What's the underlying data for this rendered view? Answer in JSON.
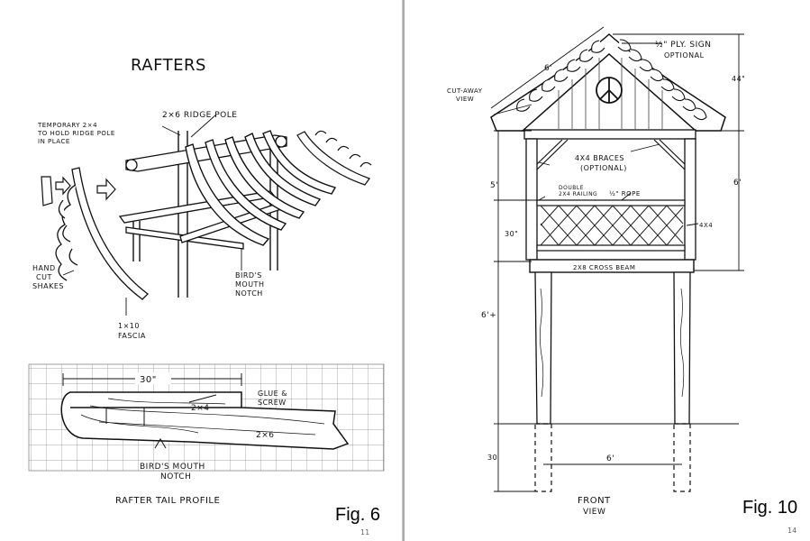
{
  "left_page": {
    "title": "RAFTERS",
    "labels": {
      "ridge_pole": "2×6  RIDGE POLE",
      "temporary_1": "TEMPORARY 2×4",
      "temporary_2": "TO HOLD RIDGE POLE",
      "temporary_3": "IN PLACE",
      "hand_cut_1": "HAND",
      "hand_cut_2": "CUT",
      "hand_cut_3": "SHAKES",
      "fascia_1": "1×10",
      "fascia_2": "FASCIA",
      "birds_mouth_1": "BIRD'S",
      "birds_mouth_2": "MOUTH",
      "birds_mouth_3": "NOTCH"
    },
    "profile": {
      "dimension": "30\"",
      "glue_1": "GLUE &",
      "glue_2": "SCREW",
      "board_top": "2×4",
      "board_main": "2×6",
      "notch_1": "BIRD'S MOUTH",
      "notch_2": "NOTCH",
      "caption": "RAFTER TAIL PROFILE"
    },
    "fig_label": "Fig. 6",
    "page_number": "11"
  },
  "right_page": {
    "labels": {
      "cutaway_1": "CUT-AWAY",
      "cutaway_2": "VIEW",
      "sign_1": "½\" PLY. SIGN",
      "sign_2": "OPTIONAL",
      "braces_1": "4X4 BRACES",
      "braces_2": "(OPTIONAL)",
      "railing_1": "DOUBLE",
      "railing_2": "2X4 RAILING",
      "rope": "½\" ROPE",
      "post": "4X4",
      "cross_beam": "2X8 CROSS BEAM",
      "front_1": "FRONT",
      "front_2": "VIEW"
    },
    "dimensions": {
      "roof_slope": "6'",
      "roof_height": "44\"",
      "wall_height": "6'",
      "brace_zone": "5'",
      "railing_height": "30\"",
      "leg_height": "6'+",
      "buried": "30",
      "width": "6'"
    },
    "fig_label": "Fig. 10",
    "page_number": "14"
  }
}
